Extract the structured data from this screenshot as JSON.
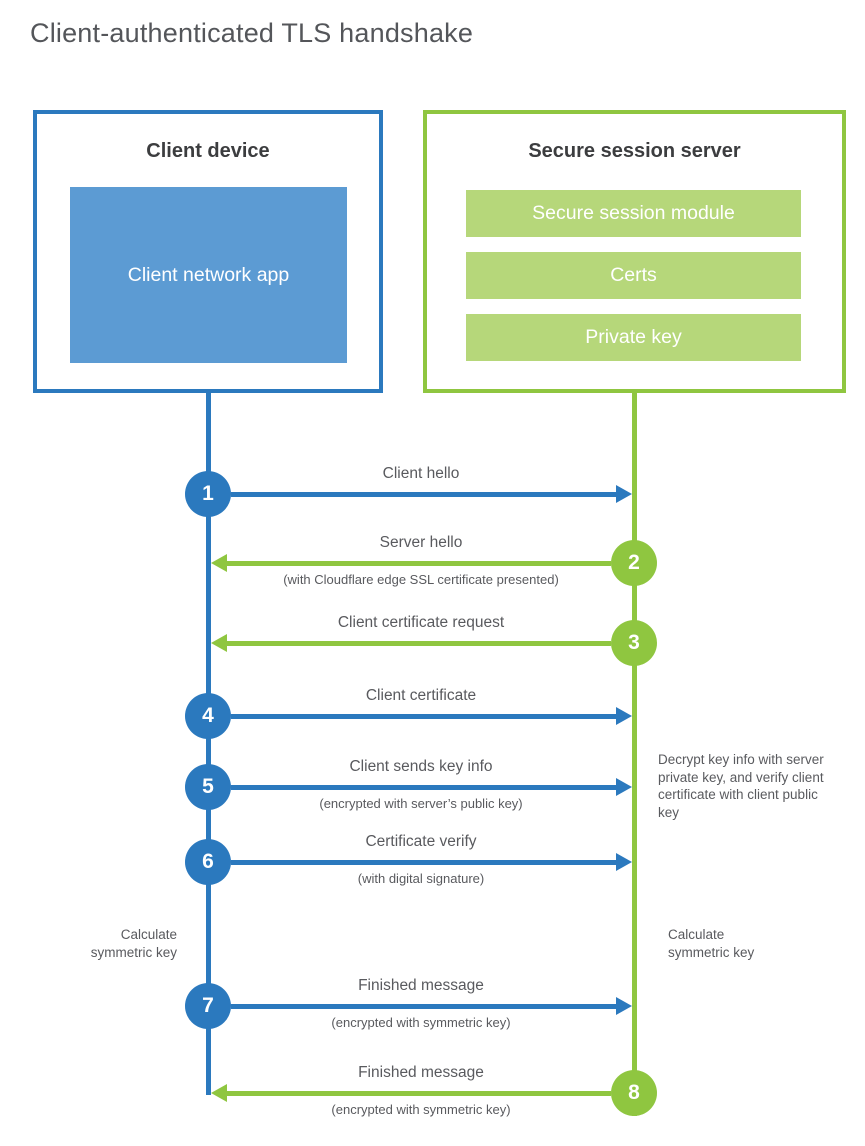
{
  "title": "Client-authenticated TLS handshake",
  "colors": {
    "blue_line": "#2B79BE",
    "blue_fill": "#5C9BD3",
    "green_line": "#8FC640",
    "green_fill": "#B6D77A",
    "title_text": "#54565A",
    "heading_text": "#3C3D3F",
    "label_text": "#595A5E"
  },
  "client": {
    "title": "Client device",
    "app_label": "Client network app"
  },
  "server": {
    "title": "Secure session server",
    "modules": [
      "Secure session module",
      "Certs",
      "Private key"
    ]
  },
  "messages": [
    {
      "step": "1",
      "label": "Client hello",
      "sub": "",
      "direction": "right",
      "color": "blue"
    },
    {
      "step": "2",
      "label": "Server hello",
      "sub": "(with Cloudflare edge SSL certificate presented)",
      "direction": "left",
      "color": "green"
    },
    {
      "step": "3",
      "label": "Client certificate request",
      "sub": "",
      "direction": "left",
      "color": "green"
    },
    {
      "step": "4",
      "label": "Client certificate",
      "sub": "",
      "direction": "right",
      "color": "blue"
    },
    {
      "step": "5",
      "label": "Client sends key info",
      "sub": "(encrypted with server’s public key)",
      "direction": "right",
      "color": "blue"
    },
    {
      "step": "6",
      "label": "Certificate verify",
      "sub": "(with digital signature)",
      "direction": "right",
      "color": "blue"
    },
    {
      "step": "7",
      "label": "Finished message",
      "sub": "(encrypted with symmetric key)",
      "direction": "right",
      "color": "blue"
    },
    {
      "step": "8",
      "label": "Finished message",
      "sub": "(encrypted with symmetric key)",
      "direction": "left",
      "color": "green"
    }
  ],
  "notes": {
    "left_calc": "Calculate symmetric key",
    "right_calc": "Calculate symmetric key",
    "decrypt_note": "Decrypt key info with server private key, and verify client certificate with client public key"
  }
}
